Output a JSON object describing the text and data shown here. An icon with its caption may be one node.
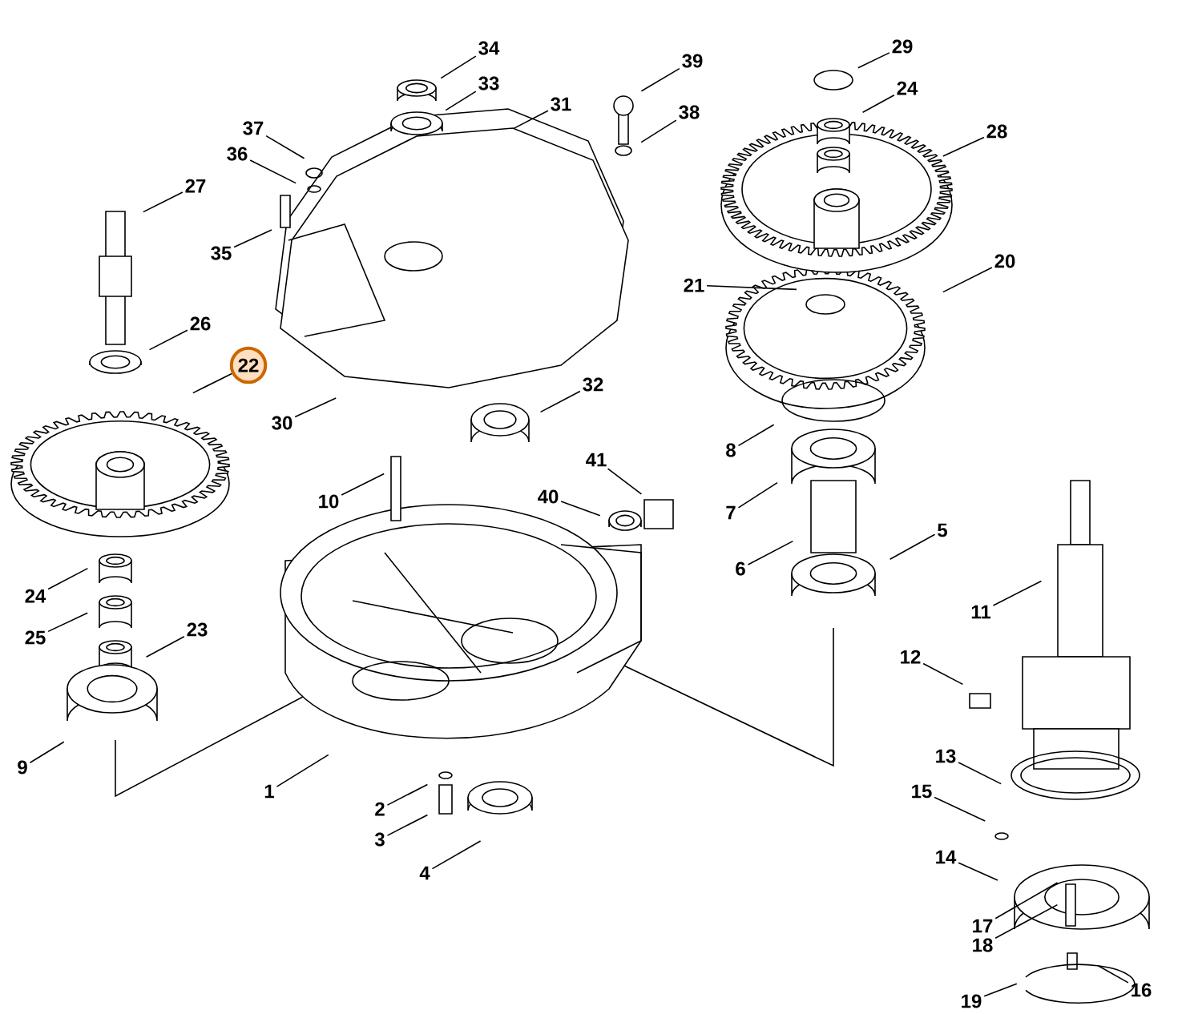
{
  "diagram": {
    "nodes": [
      {
        "text": [
          "34"
        ]
      },
      {
        "text": [
          "29"
        ]
      },
      {
        "text": [
          "39"
        ]
      },
      {
        "text": [
          "33"
        ]
      },
      {
        "text": [
          "24"
        ]
      },
      {
        "text": [
          "31"
        ]
      },
      {
        "text": [
          "38"
        ]
      },
      {
        "text": [
          "37"
        ]
      },
      {
        "text": [
          "28"
        ]
      },
      {
        "text": [
          "36"
        ]
      },
      {
        "text": [
          "27"
        ]
      },
      {
        "text": [
          "35"
        ]
      },
      {
        "text": [
          "20"
        ]
      },
      {
        "text": [
          "21"
        ]
      },
      {
        "text": [
          "26"
        ]
      },
      {
        "text": [
          "22"
        ]
      },
      {
        "text": [
          "32"
        ]
      },
      {
        "text": [
          "30"
        ]
      },
      {
        "text": [
          "8"
        ]
      },
      {
        "text": [
          "41"
        ]
      },
      {
        "text": [
          "40"
        ]
      },
      {
        "text": [
          "10"
        ]
      },
      {
        "text": [
          "7"
        ]
      },
      {
        "text": [
          "5"
        ]
      },
      {
        "text": [
          "6"
        ]
      },
      {
        "text": [
          "24"
        ]
      },
      {
        "text": [
          "11"
        ]
      },
      {
        "text": [
          "23"
        ]
      },
      {
        "text": [
          "25"
        ]
      },
      {
        "text": [
          "12"
        ]
      },
      {
        "text": [
          "13"
        ]
      },
      {
        "text": [
          "9"
        ]
      },
      {
        "text": [
          "1"
        ]
      },
      {
        "text": [
          "15"
        ]
      },
      {
        "text": [
          "2"
        ]
      },
      {
        "text": [
          "3"
        ]
      },
      {
        "text": [
          "14"
        ]
      },
      {
        "text": [
          "4"
        ]
      },
      {
        "text": [
          "17"
        ]
      },
      {
        "text": [
          "18"
        ]
      },
      {
        "text": [
          "16"
        ]
      },
      {
        "text": [
          "19"
        ]
      }
    ],
    "edges": [
      {
        "from": 0,
        "to": null,
        "arrow": "none"
      },
      {
        "from": 1,
        "to": null,
        "arrow": "none"
      },
      {
        "from": 2,
        "to": null,
        "arrow": "none"
      },
      {
        "from": 3,
        "to": null,
        "arrow": "none"
      },
      {
        "from": 4,
        "to": null,
        "arrow": "none"
      },
      {
        "from": 5,
        "to": null,
        "arrow": "none"
      },
      {
        "from": 6,
        "to": null,
        "arrow": "none"
      },
      {
        "from": 7,
        "to": null,
        "arrow": "none"
      },
      {
        "from": 8,
        "to": null,
        "arrow": "none"
      },
      {
        "from": 9,
        "to": null,
        "arrow": "none"
      },
      {
        "from": 10,
        "to": null,
        "arrow": "none"
      },
      {
        "from": 11,
        "to": null,
        "arrow": "none"
      },
      {
        "from": 12,
        "to": null,
        "arrow": "none"
      },
      {
        "from": 13,
        "to": null,
        "arrow": "none"
      },
      {
        "from": 14,
        "to": null,
        "arrow": "none"
      },
      {
        "from": 15,
        "to": null,
        "arrow": "none"
      },
      {
        "from": 16,
        "to": null,
        "arrow": "none"
      },
      {
        "from": 17,
        "to": null,
        "arrow": "none"
      },
      {
        "from": 18,
        "to": null,
        "arrow": "none"
      },
      {
        "from": 19,
        "to": null,
        "arrow": "none"
      },
      {
        "from": 20,
        "to": null,
        "arrow": "none"
      },
      {
        "from": 21,
        "to": null,
        "arrow": "none"
      },
      {
        "from": 22,
        "to": null,
        "arrow": "none"
      },
      {
        "from": 23,
        "to": null,
        "arrow": "none"
      },
      {
        "from": 24,
        "to": null,
        "arrow": "none"
      },
      {
        "from": 25,
        "to": null,
        "arrow": "none"
      },
      {
        "from": 26,
        "to": null,
        "arrow": "none"
      },
      {
        "from": 27,
        "to": null,
        "arrow": "none"
      },
      {
        "from": 28,
        "to": null,
        "arrow": "none"
      },
      {
        "from": 29,
        "to": null,
        "arrow": "none"
      },
      {
        "from": 30,
        "to": null,
        "arrow": "none"
      },
      {
        "from": 31,
        "to": null,
        "arrow": "none"
      },
      {
        "from": 32,
        "to": null,
        "arrow": "none"
      },
      {
        "from": 33,
        "to": null,
        "arrow": "none"
      },
      {
        "from": 34,
        "to": null,
        "arrow": "none"
      },
      {
        "from": 35,
        "to": null,
        "arrow": "none"
      },
      {
        "from": 36,
        "to": null,
        "arrow": "none"
      },
      {
        "from": 37,
        "to": null,
        "arrow": "none"
      },
      {
        "from": 38,
        "to": null,
        "arrow": "none"
      },
      {
        "from": 39,
        "to": null,
        "arrow": "none"
      },
      {
        "from": 40,
        "to": null,
        "arrow": "none"
      },
      {
        "from": 41,
        "to": null,
        "arrow": "none"
      }
    ]
  }
}
